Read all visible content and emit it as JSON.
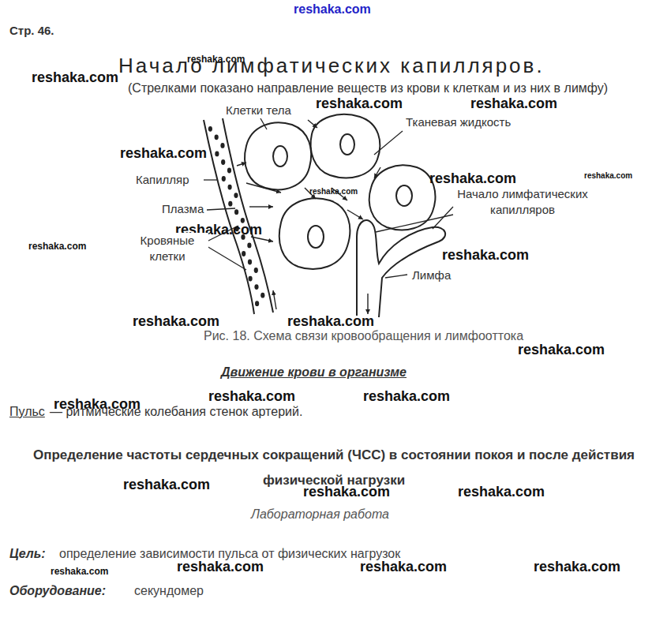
{
  "diagram": {
    "title": "Начало лимфатических капилляров.",
    "caption": "Рис. 18. Схема связи кровообращения и лимфооттока",
    "labels": [
      "Стр. 46.",
      "reshaka.com",
      "reshaka.com",
      "reshaka.com",
      "(Стрелками показано направление веществ из крови к клеткам и из них в лимфу)",
      "Клетки тела",
      "reshaka.com",
      "reshaka.com",
      "Тканевая жидкость",
      "reshaka.com",
      "Капилляр",
      "reshaka.com",
      "reshaka.com",
      "reshaka.com",
      "Начало лимфатических капилляров",
      "Плазма",
      "reshaka.com",
      "Кровяные клетки",
      "reshaka.com",
      "reshaka.com",
      "Лимфа",
      "reshaka.com",
      "reshaka.com",
      "reshaka.com",
      "Движение крови в организме",
      "reshaka.com",
      "reshaka.com",
      "reshaka.com",
      "Пульс",
      "— ритмические колебания стенок артерий.",
      "Определение частоты сердечных сокращений (ЧСС) в состоянии покоя и после действия физической нагрузки",
      "Лабораторная работа",
      "reshaka.com",
      "reshaka.com",
      "reshaka.com",
      "Цель:",
      "определение зависимости пульса от физических нагрузок",
      "reshaka.com",
      "reshaka.com",
      "reshaka.com",
      "reshaka.com",
      "Оборудование:",
      "секундомер"
    ]
  }
}
